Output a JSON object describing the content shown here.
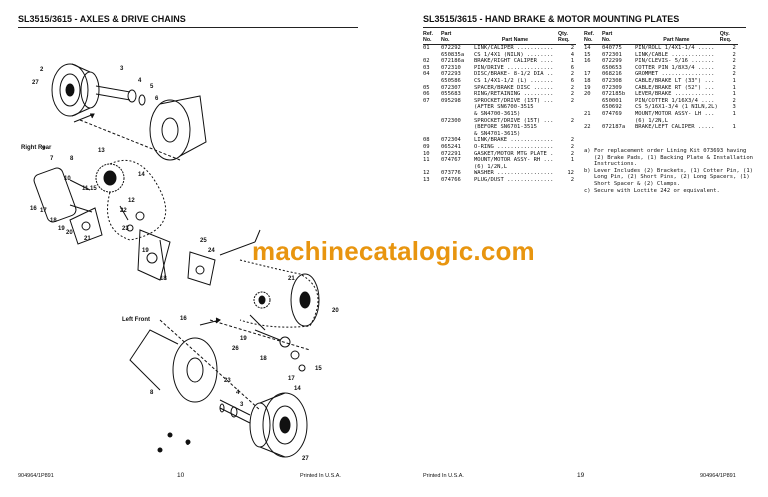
{
  "left_page": {
    "title": "SL3515/3615 - AXLES & DRIVE CHAINS",
    "footer_code": "904964/1P891",
    "page_number": "10",
    "printed": "Printed In U.S.A.",
    "labels": {
      "right_rear": "Right Rear",
      "left_front": "Left Front"
    },
    "callouts": [
      "2",
      "27",
      "3",
      "4",
      "5",
      "6",
      "7",
      "8",
      "9",
      "10",
      "11",
      "12",
      "13",
      "14",
      "15",
      "16",
      "17",
      "18",
      "19",
      "20",
      "21",
      "22",
      "23",
      "24",
      "25",
      "26"
    ]
  },
  "right_page": {
    "title": "SL3515/3615 - HAND BRAKE & MOTOR MOUNTING PLATES",
    "footer_code": "904964/1P891",
    "page_number": "19",
    "printed": "Printed In U.S.A.",
    "headers": {
      "ref_line1": "Ref.",
      "ref_line2": "No.",
      "part_line1": "Part",
      "part_line2": "No.",
      "name": "Part Name",
      "qty_line1": "Qty.",
      "qty_line2": "Req."
    },
    "left_rows": [
      {
        "ref": "01",
        "part": "072292",
        "name": "LINK/CALIPER ...........",
        "qty": "2"
      },
      {
        "ref": "",
        "part": "650835a",
        "name": "CS 1/4X1 (NILN) ........",
        "qty": "4"
      },
      {
        "ref": "02",
        "part": "072186a",
        "name": "BRAKE/RIGHT CALIPER ....",
        "qty": "1"
      },
      {
        "ref": "03",
        "part": "072310",
        "name": "PIN/DRIVE ..............",
        "qty": "6"
      },
      {
        "ref": "04",
        "part": "072293",
        "name": "DISC/BRAKE- 8-1/2 DIA ..",
        "qty": "2"
      },
      {
        "ref": "",
        "part": "650586",
        "name": "CS 1/4X1-1/2 (L) .......",
        "qty": "6"
      },
      {
        "ref": "05",
        "part": "072307",
        "name": "SPACER/BRAKE DISC ......",
        "qty": "2"
      },
      {
        "ref": "06",
        "part": "055683",
        "name": "RING/RETAINING .........",
        "qty": "2"
      },
      {
        "ref": "07",
        "part": "095298",
        "name": "SPROCKET/DRIVE (15T) ...",
        "qty": "2"
      },
      {
        "ref": "",
        "part": "",
        "name": "(AFTER SN6700-3515",
        "qty": ""
      },
      {
        "ref": "",
        "part": "",
        "name": "& SN4700-3615)",
        "qty": ""
      },
      {
        "ref": "",
        "part": "072300",
        "name": "SPROCKET/DRIVE (15T) ...",
        "qty": "2"
      },
      {
        "ref": "",
        "part": "",
        "name": "(BEFORE SN6701-3515",
        "qty": ""
      },
      {
        "ref": "",
        "part": "",
        "name": "& SN4701-3615)",
        "qty": ""
      },
      {
        "ref": "08",
        "part": "072304",
        "name": "LINK/BRAKE .............",
        "qty": "2"
      },
      {
        "ref": "09",
        "part": "065241",
        "name": "O-RING .................",
        "qty": "2"
      },
      {
        "ref": "10",
        "part": "072291",
        "name": "GASKET/MOTOR MTG PLATE .",
        "qty": "2"
      },
      {
        "ref": "11",
        "part": "074767",
        "name": "MOUNT/MOTOR ASSY- RH ...",
        "qty": "1"
      },
      {
        "ref": "",
        "part": "",
        "name": "(6) 1/2N,L",
        "qty": ""
      },
      {
        "ref": "12",
        "part": "073776",
        "name": "WASHER .................",
        "qty": "12"
      },
      {
        "ref": "13",
        "part": "074766",
        "name": "PLUG/DUST ..............",
        "qty": "2"
      }
    ],
    "right_rows": [
      {
        "ref": "14",
        "part": "040775",
        "name": "PIN/ROLL 1/4X1-1/4 .....",
        "qty": "2"
      },
      {
        "ref": "15",
        "part": "072301",
        "name": "LINK/CABLE .............",
        "qty": "2"
      },
      {
        "ref": "16",
        "part": "072299",
        "name": "PIN/CLEVIS- 5/16 .......",
        "qty": "2"
      },
      {
        "ref": "",
        "part": "650653",
        "name": "COTTER PIN 1/8X3/4 .....",
        "qty": "2"
      },
      {
        "ref": "17",
        "part": "068216",
        "name": "GROMMET ................",
        "qty": "2"
      },
      {
        "ref": "18",
        "part": "072308",
        "name": "CABLE/BRAKE LT (33\") ...",
        "qty": "1"
      },
      {
        "ref": "19",
        "part": "072309",
        "name": "CABLE/BRAKE RT (52\") ...",
        "qty": "1"
      },
      {
        "ref": "20",
        "part": "072185b",
        "name": "LEVER/BRAKE ............",
        "qty": "1"
      },
      {
        "ref": "",
        "part": "650001",
        "name": "PIN/COTTER 1/16X3/4 ....",
        "qty": "2"
      },
      {
        "ref": "",
        "part": "650692",
        "name": "CS 5/16X1-3/4 (1 NILN,2L)",
        "qty": "3"
      },
      {
        "ref": "21",
        "part": "074769",
        "name": "MOUNT/MOTOR ASSY- LH ...",
        "qty": "1"
      },
      {
        "ref": "",
        "part": "",
        "name": "(6) 1/2N,L",
        "qty": ""
      },
      {
        "ref": "22",
        "part": "072187a",
        "name": "BRAKE/LEFT CALIPER .....",
        "qty": "1"
      }
    ],
    "notes": [
      {
        "key": "a)",
        "text": "For replacement order Lining Kit 073693 having (2) Brake Pads, (1) Backing Plate & Installation Instructions."
      },
      {
        "key": "b)",
        "text": "Lever Includes (2) Brackets, (1) Cotter Pin, (1) Long Pin, (2) Short Pins, (2) Long Spacers, (1) Short Spacer & (2) Clamps."
      },
      {
        "key": "c)",
        "text": "Secure with Loctite 242 or equivalent."
      }
    ]
  },
  "watermark": "machinecatalogic.com"
}
